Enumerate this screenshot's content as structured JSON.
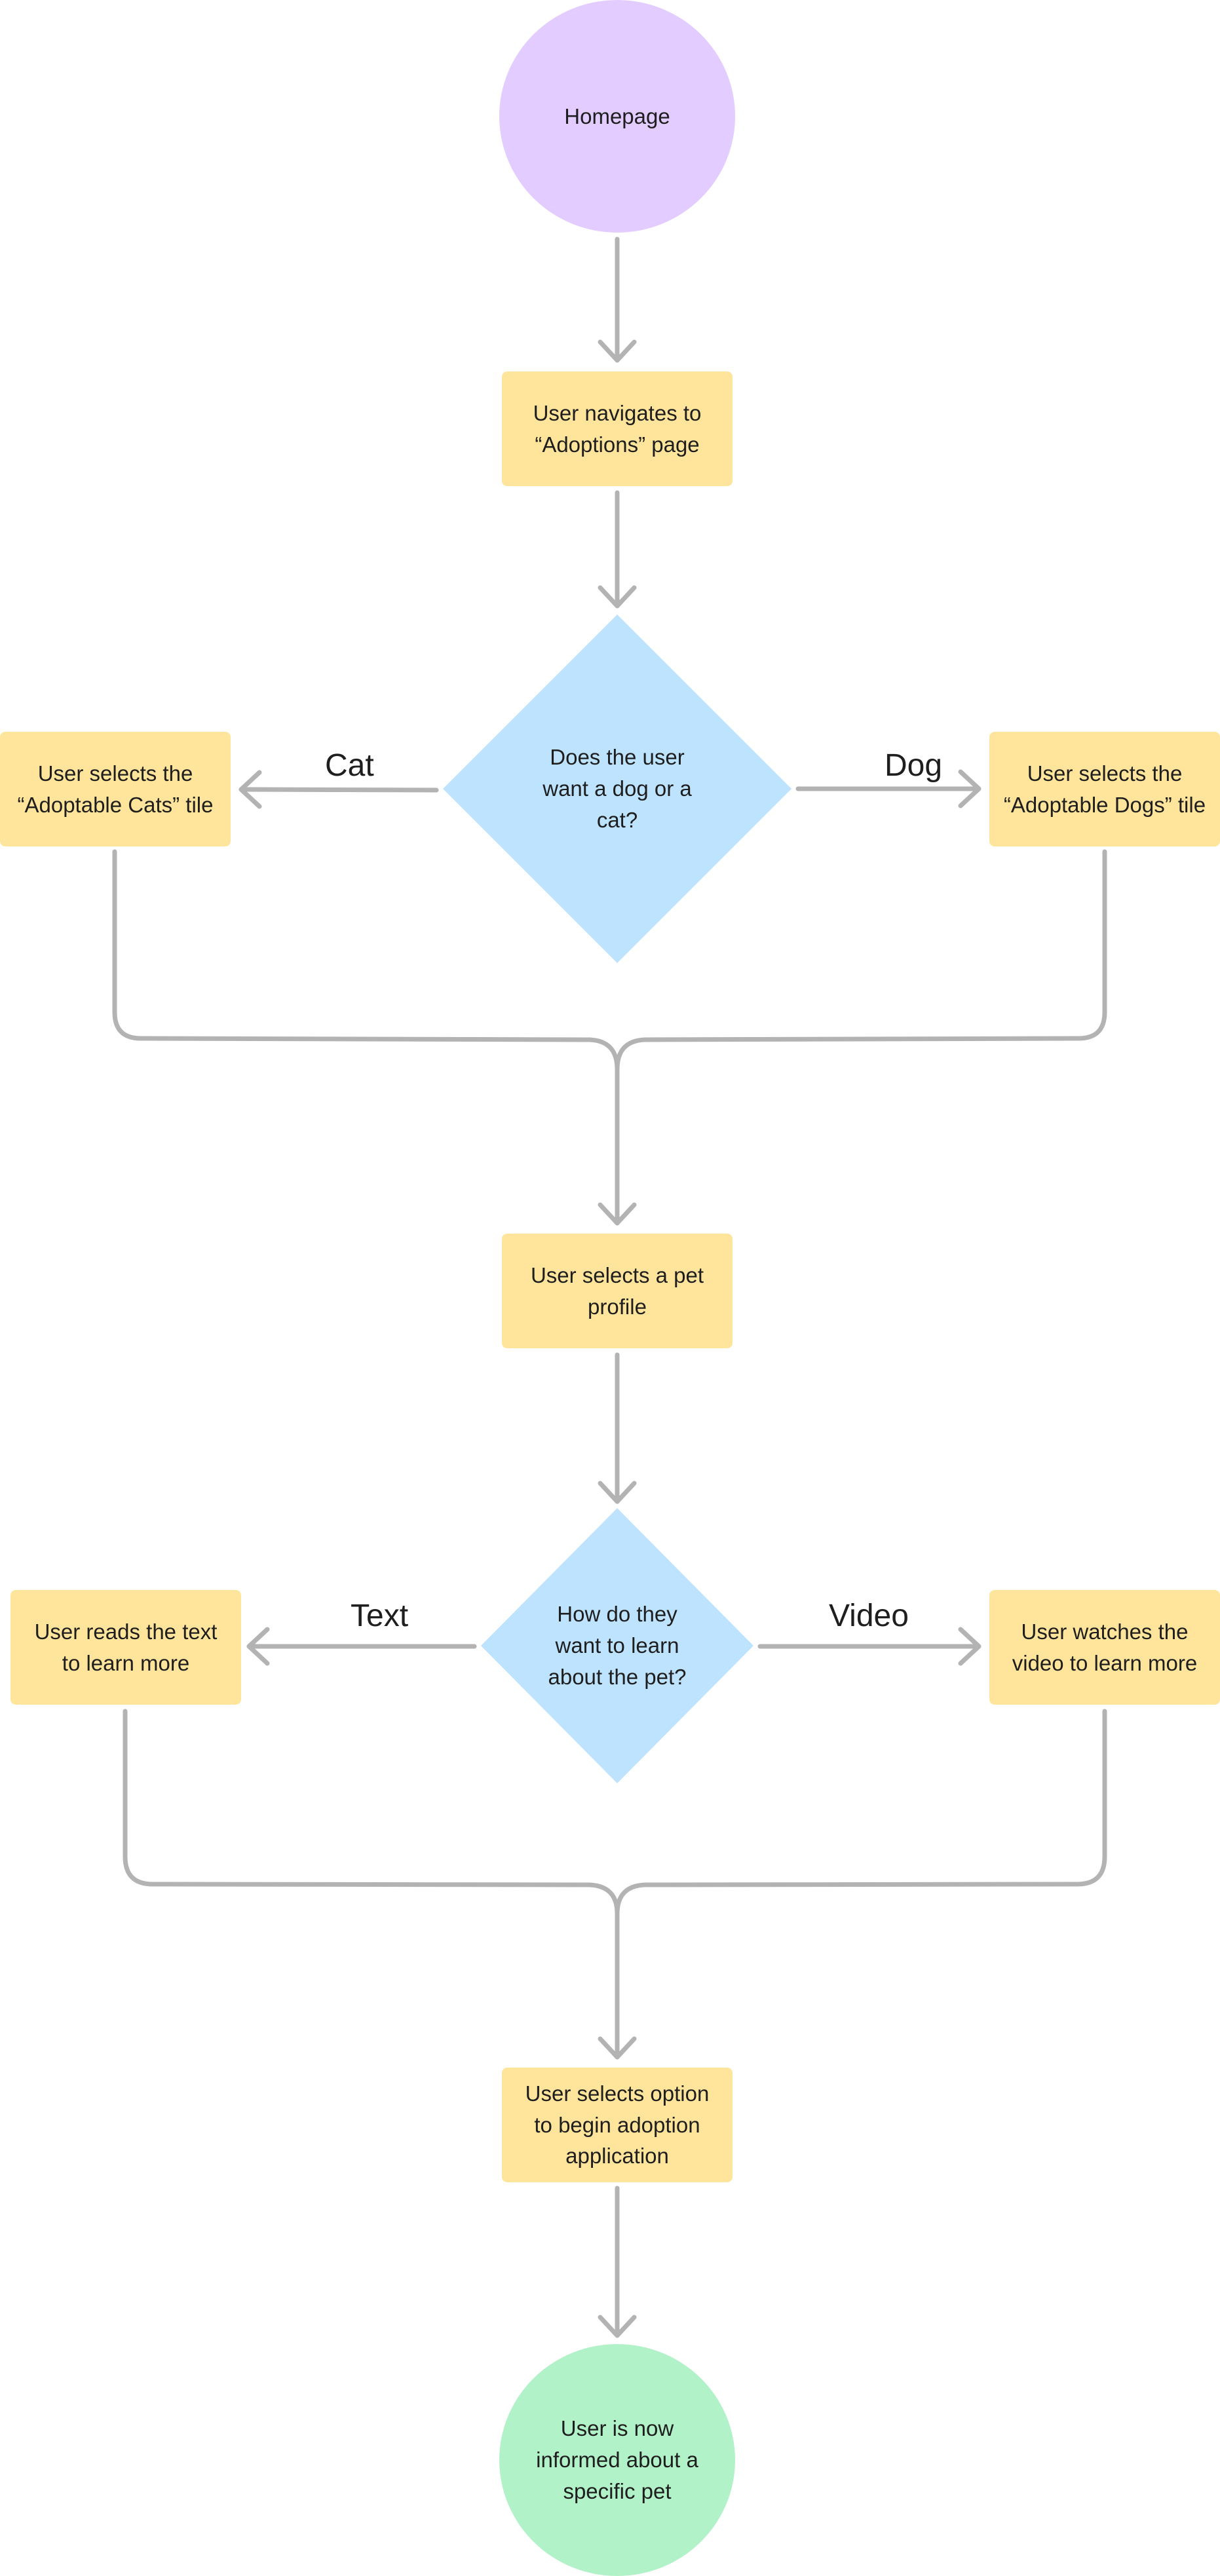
{
  "nodes": {
    "homepage": "Homepage",
    "navigate_adoptions": "User navigates to “Adoptions” page",
    "decision_species": "Does the user want a dog or a cat?",
    "select_cats": "User selects the “Adoptable Cats” tile",
    "select_dogs": "User selects the “Adoptable Dogs” tile",
    "select_profile": "User selects a pet profile",
    "decision_format": "How do they want to learn about the pet?",
    "read_text": "User reads the text to learn more",
    "watch_video": "User watches the video to learn more",
    "begin_application": "User selects option to begin adoption application",
    "informed": "User is now informed about a specific pet"
  },
  "edge_labels": {
    "cat": "Cat",
    "dog": "Dog",
    "text": "Text",
    "video": "Video"
  },
  "colors": {
    "start": "#e3ccff",
    "process": "#ffe49c",
    "decision": "#bde3ff",
    "end": "#b2f2c8",
    "connector": "#b3b3b3"
  }
}
